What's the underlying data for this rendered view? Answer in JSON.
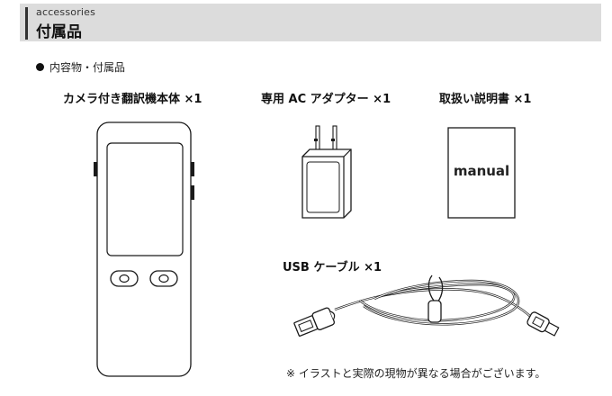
{
  "header": {
    "subtitle_en": "accessories",
    "title_jp": "付属品"
  },
  "section": {
    "heading": "内容物・付属品"
  },
  "items": {
    "device": {
      "label": "カメラ付き翻訳機本体 ×1",
      "icon": "translator-device-icon"
    },
    "adapter": {
      "label": "専用 AC アダプター ×1",
      "icon": "ac-adapter-icon"
    },
    "manual": {
      "label": "取扱い説明書 ×1",
      "cover_text": "manual",
      "icon": "manual-booklet-icon"
    },
    "cable": {
      "label": "USB ケーブル ×1",
      "icon": "usb-cable-icon"
    }
  },
  "note": "※ イラストと実際の現物が異なる場合がございます。",
  "colors": {
    "header_band": "#dcdcdc",
    "line_art": "#1a1a1a"
  }
}
